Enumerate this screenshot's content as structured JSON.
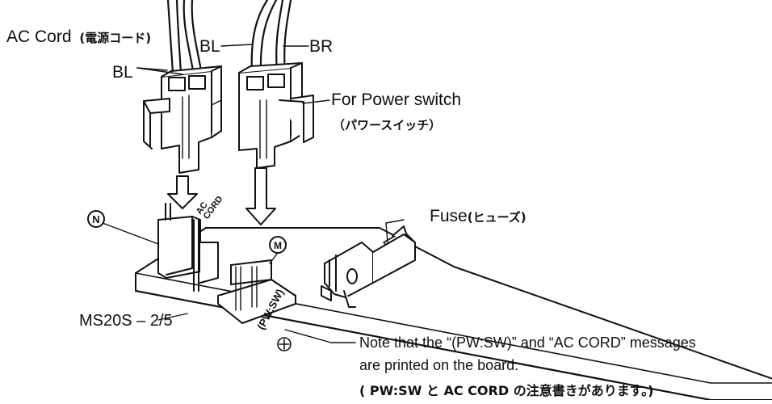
{
  "labels": {
    "ac_cord": "AC Cord",
    "ac_cord_jp": "(電源コード)",
    "bl_left": "BL",
    "bl_right": "BL",
    "br": "BR",
    "power_switch": "For Power switch",
    "power_switch_jp": "（パワースイッチ）",
    "fuse": "Fuse",
    "fuse_jp": "(ヒューズ)",
    "connector_n": "N",
    "connector_m": "M",
    "board_ac_line1": "AC",
    "board_ac_line2": "CORD",
    "board_pwsw": "(PW:SW)",
    "part_number": "MS20S – 2/5",
    "note_line1": "Note that the “(PW:SW)” and “AC CORD” messages",
    "note_line2": "are printed on the board.",
    "note_line3": "( PW:SW と AC CORD の注意書きがあります。)"
  }
}
